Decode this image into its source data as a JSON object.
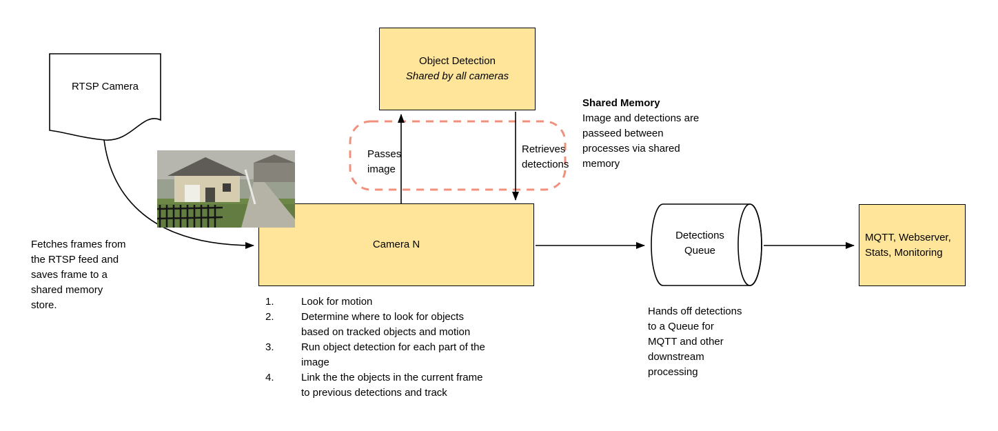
{
  "colors": {
    "box_fill": "#ffe59a",
    "box_border": "#000000",
    "shared_memory_outline": "#f0907d",
    "arrow": "#000000"
  },
  "nodes": {
    "rtsp_camera": {
      "label": "RTSP Camera"
    },
    "object_detection": {
      "title": "Object Detection",
      "subtitle": "Shared by all cameras"
    },
    "camera_n": {
      "label": "Camera N"
    },
    "detections_queue": {
      "label": "Detections\nQueue"
    },
    "outputs": {
      "label": "MQTT, Webserver,\nStats, Monitoring"
    }
  },
  "labels": {
    "passes_image": "Passes\nimage",
    "retrieves_detections": "Retrieves\ndetections"
  },
  "notes": {
    "fetch": "Fetches frames from\nthe RTSP feed and\nsaves frame to a\nshared memory\nstore.",
    "shared_memory_title": "Shared Memory",
    "shared_memory_body": "Image and detections are\npasseed between\nprocesses via shared\nmemory",
    "queue_handoff": "Hands off detections\nto a Queue for\nMQTT and other\ndownstream\nprocessing"
  },
  "steps": [
    {
      "num": "1.",
      "text": "Look for motion"
    },
    {
      "num": "2.",
      "text": "Determine where to look for objects\nbased on tracked objects and motion"
    },
    {
      "num": "3.",
      "text": "Run object detection for each part of the\nimage"
    },
    {
      "num": "4.",
      "text": "Link the the objects in the current frame\nto previous detections and track"
    }
  ]
}
